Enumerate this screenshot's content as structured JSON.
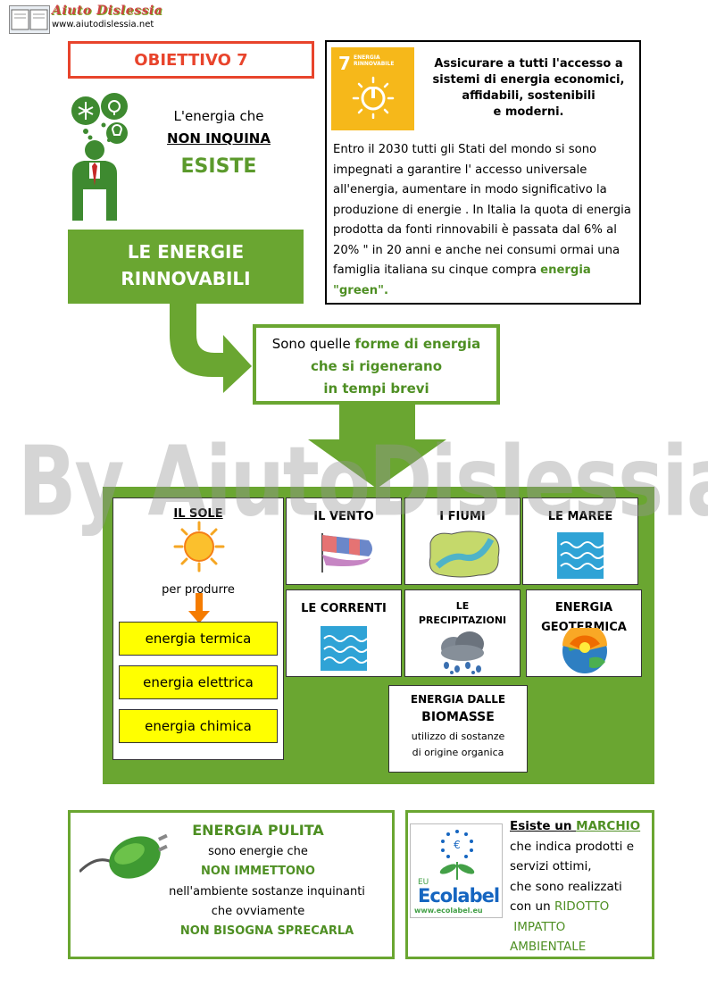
{
  "logo": {
    "title": "Aiuto Dislessia",
    "url": "www.aiutodislessia.net"
  },
  "objective": {
    "title": "OBIETTIVO 7"
  },
  "sdg_icon": {
    "number": "7",
    "label_line1": "ENERGIA",
    "label_line2": "RINNOVABILE",
    "color": "#f6b81a"
  },
  "goal": {
    "headline_lines": [
      "Assicurare a tutti l'accesso  a",
      "sistemi di energia economici,",
      "affidabili, sostenibili",
      "e moderni."
    ],
    "body": "Entro il 2030 tutti gli Stati del mondo si sono impegnati a garantire l' accesso  universale all'energia, aumentare  in modo  significativo la produzione  di energie . In  Italia la quota di energia  prodotta da fonti rinnovabili  è passata  dal 6%  al 20% \" in 20 anni e anche nei consumi ormai una famiglia italiana su cinque  compra ",
    "body_highlight": "energia \"green\"",
    "body_end": "."
  },
  "energy_intro": {
    "line1": "L'energia che",
    "line2": "NON INQUINA",
    "line3": "ESISTE"
  },
  "renewables": {
    "title_line1": "LE ENERGIE",
    "title_line2": "RINNOVABILI"
  },
  "forme": {
    "prefix": "Sono quelle ",
    "highlight1": "forme di energia",
    "line2": "che si rigenerano",
    "line3": "in tempi brevi"
  },
  "sources": {
    "sole": {
      "title": "IL SOLE",
      "caption": "per produrre",
      "uses": [
        "energia termica",
        "energia elettrica",
        "energia chimica"
      ]
    },
    "vento": "IL VENTO",
    "fiumi": "I FIUMI",
    "maree": "LE MAREE",
    "correnti": "LE CORRENTI",
    "precipitazioni_line1": "LE",
    "precipitazioni_line2": "PRECIPITAZIONI",
    "geotermica_line1": "ENERGIA",
    "geotermica_line2": "GEOTERMICA",
    "biomasse": {
      "line1": "ENERGIA DALLE",
      "line2": "BIOMASSE",
      "line3": "utilizzo di sostanze",
      "line4": "di origine organica"
    }
  },
  "pulita": {
    "title": "ENERGIA PULITA",
    "line1": "sono energie che",
    "line2": "NON IMMETTONO",
    "line3": "nell'ambiente  sostanze inquinanti",
    "line4": "che ovviamente",
    "line5": "NON BISOGNA SPRECARLA"
  },
  "marchio": {
    "title_prefix": "Esiste un ",
    "title_highlight": "MARCHIO",
    "line1": "che indica prodotti e",
    "line2": "servizi ottimi,",
    "line3": "che sono realizzati",
    "line4_prefix": "con un ",
    "line4_highlight": "RIDOTTO",
    "line5": " IMPATTO",
    "line6": "AMBIENTALE"
  },
  "ecolabel": {
    "eu": "EU",
    "name": "Ecolabel",
    "url": "www.ecolabel.eu"
  },
  "watermark": "By AiutoDislessia.net",
  "colors": {
    "accent_green": "#6aa631",
    "text_green": "#4e8f23",
    "objective_red": "#e8442c",
    "sdg_yellow": "#f6b81a",
    "highlight_yellow": "#ffff00"
  }
}
